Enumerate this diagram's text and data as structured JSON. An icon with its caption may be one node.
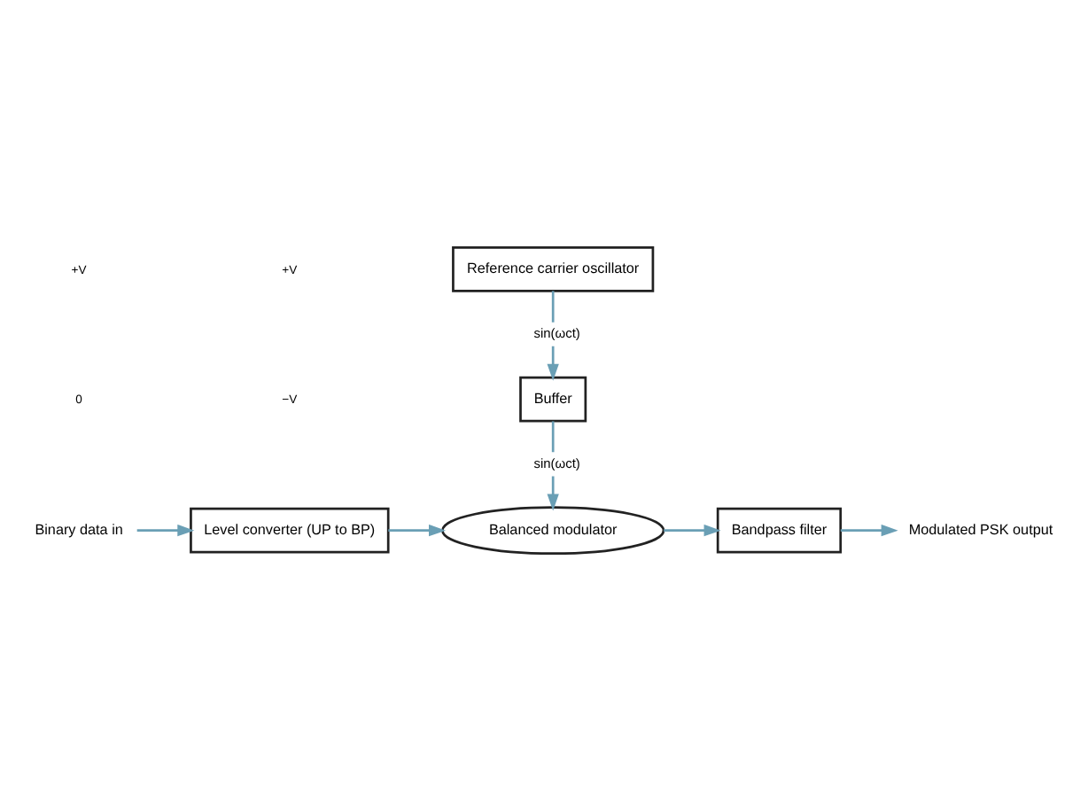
{
  "diagram": {
    "nodes": [
      {
        "text": [
          "Binary data in"
        ]
      },
      {
        "text": [
          "Level converter (UP to BP)"
        ]
      },
      {
        "text": [
          "Balanced modulator"
        ]
      },
      {
        "text": [
          "Bandpass filter"
        ]
      },
      {
        "text": [
          "Modulated PSK output"
        ]
      },
      {
        "text": [
          "Buffer"
        ]
      },
      {
        "text": [
          "Reference carrier oscillator"
        ]
      }
    ],
    "edges": [
      {
        "from": 0,
        "to": 1,
        "arrow": "to"
      },
      {
        "from": 1,
        "to": 2,
        "arrow": "to"
      },
      {
        "from": 2,
        "to": 3,
        "arrow": "to"
      },
      {
        "from": 3,
        "to": 4,
        "arrow": "to"
      },
      {
        "from": 5,
        "to": 2,
        "arrow": "to",
        "label": "sin(ωct)"
      },
      {
        "from": 6,
        "to": 5,
        "arrow": "to",
        "label": "sin(ωct)"
      }
    ],
    "labels": [
      "+V",
      "0",
      "+V",
      "−V"
    ]
  }
}
